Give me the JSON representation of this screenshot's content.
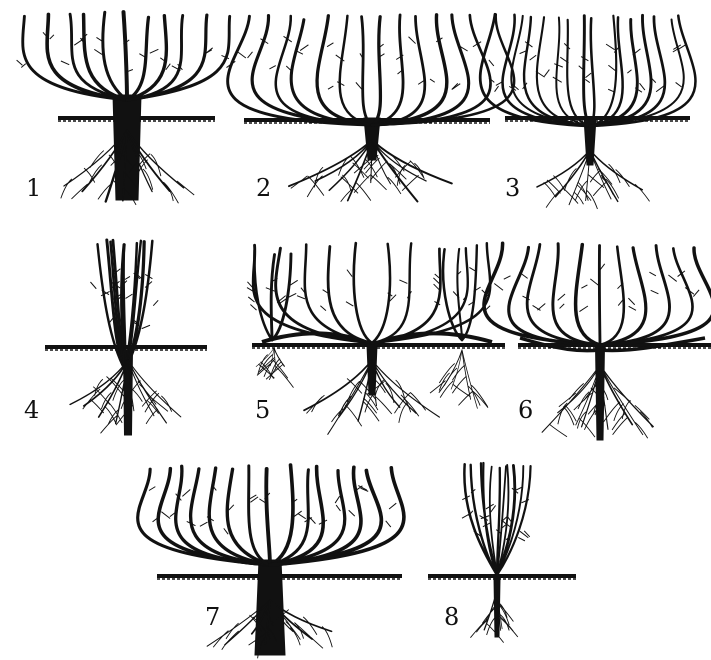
{
  "figure": {
    "panels": [
      {
        "label": "1"
      },
      {
        "label": "2"
      },
      {
        "label": "3"
      },
      {
        "label": "4"
      },
      {
        "label": "5"
      },
      {
        "label": "6"
      },
      {
        "label": "7"
      },
      {
        "label": "8"
      }
    ],
    "colors": {
      "ink": "#111111",
      "background": "#ffffff"
    }
  }
}
